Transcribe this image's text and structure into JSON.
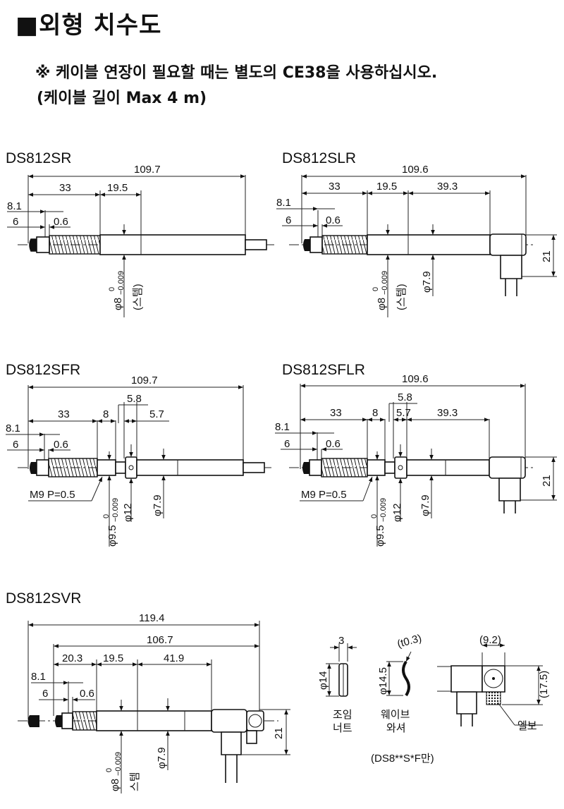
{
  "header": {
    "title": "■외형 치수도",
    "note_line1": "※ 케이블 연장이 필요할 때는 별도의 CE38을 사용하십시오.",
    "note_line2": "(케이블 길이 Max 4 m)"
  },
  "models": {
    "sr": {
      "name": "DS812SR",
      "dims": {
        "total": "109.7",
        "d33": "33",
        "d19_5": "19.5",
        "d8_1": "8.1",
        "d6": "6",
        "d0_6": "0.6"
      },
      "stem_dia": "φ8",
      "tol_upper": "0",
      "tol_lower": "−0.009",
      "stem_note": "(스템)"
    },
    "slr": {
      "name": "DS812SLR",
      "dims": {
        "total": "109.6",
        "d33": "33",
        "d19_5": "19.5",
        "d39_3": "39.3",
        "d8_1": "8.1",
        "d6": "6",
        "d0_6": "0.6",
        "d21": "21"
      },
      "stem_dia": "φ8",
      "tol_upper": "0",
      "tol_lower": "−0.009",
      "stem_note": "(스템)",
      "dia_7_9": "φ7.9"
    },
    "sfr": {
      "name": "DS812SFR",
      "dims": {
        "total": "109.7",
        "d33": "33",
        "d8": "8",
        "d5_8": "5.8",
        "d5_7": "5.7",
        "d8_1": "8.1",
        "d6": "6",
        "d0_6": "0.6"
      },
      "thread": "M9 P=0.5",
      "stem_dia": "φ9.5",
      "tol_upper": "0",
      "tol_lower": "−0.009",
      "dia_12": "φ12",
      "dia_7_9": "φ7.9"
    },
    "sflr": {
      "name": "DS812SFLR",
      "dims": {
        "total": "109.6",
        "d33": "33",
        "d8": "8",
        "d5_8": "5.8",
        "d5_7": "5.7",
        "d39_3": "39.3",
        "d8_1": "8.1",
        "d6": "6",
        "d0_6": "0.6",
        "d21": "21"
      },
      "thread": "M9 P=0.5",
      "stem_dia": "φ9.5",
      "tol_upper": "0",
      "tol_lower": "−0.009",
      "dia_12": "φ12",
      "dia_7_9": "φ7.9"
    },
    "svr": {
      "name": "DS812SVR",
      "dims": {
        "total": "119.4",
        "d106_7": "106.7",
        "d20_3": "20.3",
        "d19_5": "19.5",
        "d41_9": "41.9",
        "d8_1": "8.1",
        "d6": "6",
        "d0_6": "0.6",
        "d21": "21"
      },
      "stem_dia": "φ8",
      "tol_upper": "0",
      "tol_lower": "−0.009",
      "stem_note": "스템",
      "dia_7_9": "φ7.9"
    }
  },
  "parts": {
    "nut": {
      "width": "3",
      "dia": "φ14",
      "label1": "조임",
      "label2": "너트"
    },
    "washer": {
      "thickness": "(t0.3)",
      "dia": "φ14.5",
      "label1": "웨이브",
      "label2": "와셔",
      "note": "(DS8**S*F만)"
    },
    "elbow": {
      "w": "(9.2)",
      "h": "(17.5)",
      "label": "엘보"
    }
  }
}
